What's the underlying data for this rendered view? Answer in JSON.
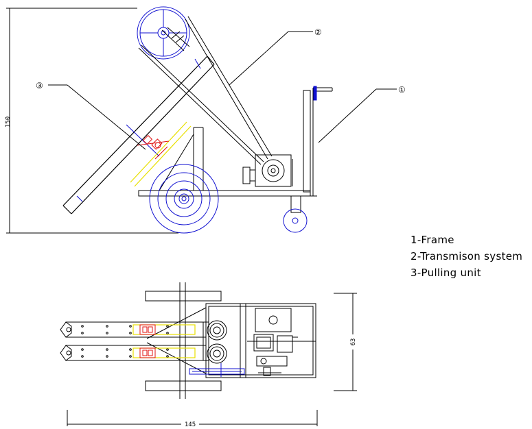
{
  "legend": [
    "1-Frame",
    "2-Transmison system",
    "3-Pulling unit"
  ],
  "callouts": {
    "c1": "①",
    "c2": "②",
    "c3": "③"
  },
  "dimensions": {
    "height_side": "150",
    "length_top": "145",
    "width_top": "63"
  },
  "colors": {
    "line": "#000000",
    "wheel": "#1010d0",
    "accent_red": "#e01010",
    "accent_yellow": "#e8e000"
  }
}
